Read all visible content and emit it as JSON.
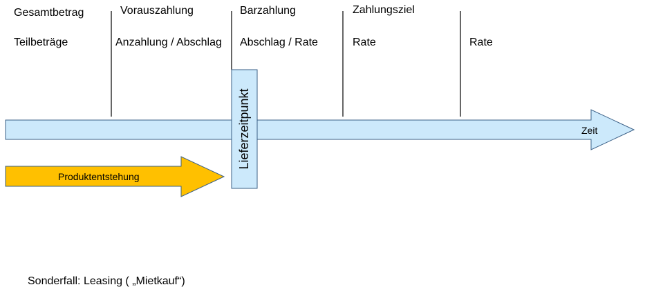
{
  "header_rows": {
    "row1": [
      "Gesamtbetrag",
      "Vorauszahlung",
      "Barzahlung",
      "Zahlungsziel"
    ],
    "row2": [
      "Teilbeträge",
      "Anzahlung / Abschlag",
      "Abschlag / Rate",
      "Rate",
      "Rate"
    ]
  },
  "time_arrow": {
    "label": "Zeit",
    "fill": "#cce9fb",
    "stroke": "#3a5f86"
  },
  "production_arrow": {
    "label": "Produktentstehung",
    "fill": "#ffc000",
    "stroke": "#3a5f86"
  },
  "delivery_box": {
    "label": "Lieferzeitpunkt",
    "fill": "#cce9fb",
    "stroke": "#3a5f86"
  },
  "footnote": "Sonderfall: Leasing ( „Mietkauf“)",
  "colors": {
    "divider": "#000000"
  }
}
